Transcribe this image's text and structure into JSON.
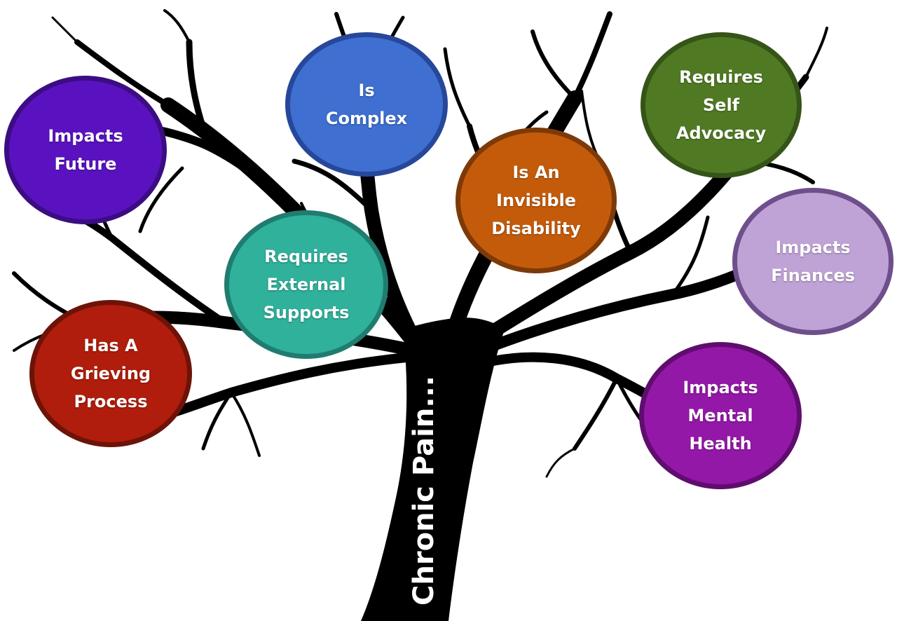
{
  "trunk_label": "Chronic Pain...",
  "bubbles": [
    {
      "id": "impacts-future",
      "label": "Impacts\nFuture",
      "color": "#5a12c0"
    },
    {
      "id": "is-complex",
      "label": "Is\nComplex",
      "color": "#3e6fd1"
    },
    {
      "id": "invisible-disability",
      "label": "Is An\nInvisible\nDisability",
      "color": "#c45b0b"
    },
    {
      "id": "self-advocacy",
      "label": "Requires\nSelf\nAdvocacy",
      "color": "#4f7a23"
    },
    {
      "id": "impacts-finances",
      "label": "Impacts\nFinances",
      "color": "#bfa3d6"
    },
    {
      "id": "external-supports",
      "label": "Requires\nExternal\nSupports",
      "color": "#2fb19b"
    },
    {
      "id": "grieving-process",
      "label": "Has A\nGrieving\nProcess",
      "color": "#b01d0c"
    },
    {
      "id": "mental-health",
      "label": "Impacts\nMental\nHealth",
      "color": "#9418a8"
    }
  ]
}
